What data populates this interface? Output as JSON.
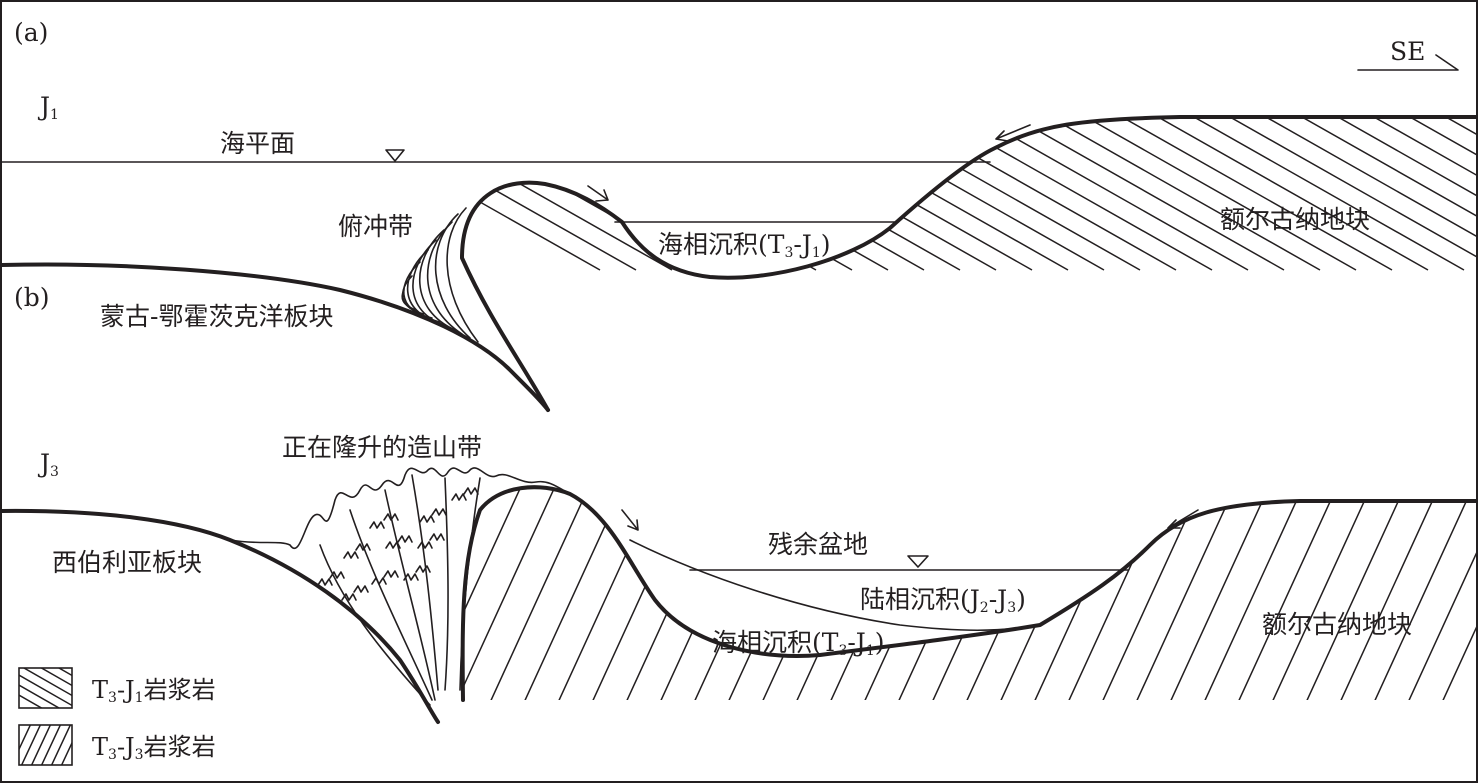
{
  "panel_a": {
    "tag": "(a)",
    "era": {
      "main": "J",
      "sub": "1"
    },
    "sea_level": "海平面",
    "direction": "SE",
    "foredeep": "俯冲带",
    "marine": {
      "prefix": "海相沉积(T",
      "sub1": "3",
      "mid": "-J",
      "sub2": "1",
      "suffix": ")"
    },
    "ergun": "额尔古纳地块",
    "mongol_okhotsk": "蒙古-鄂霍茨克洋板块"
  },
  "panel_b": {
    "tag": "(b)",
    "era": {
      "main": "J",
      "sub": "3"
    },
    "orogen": "正在隆升的造山带",
    "siberia": "西伯利亚板块",
    "residual_basin": "残余盆地",
    "continental": {
      "prefix": "陆相沉积(J",
      "sub1": "2",
      "mid": "-J",
      "sub2": "3",
      "suffix": ")"
    },
    "marine": {
      "prefix": "海相沉积(T",
      "sub1": "3",
      "mid": "-J",
      "sub2": "1",
      "suffix": ")"
    },
    "ergun": "额尔古纳地块"
  },
  "legend": [
    {
      "prefix": "T",
      "sub1": "3",
      "mid": "-J",
      "sub2": "1",
      "suffix": "岩浆岩",
      "pattern": "back-slash"
    },
    {
      "prefix": "T",
      "sub1": "3",
      "mid": "-J",
      "sub2": "3",
      "suffix": "岩浆岩",
      "pattern": "forward-slash"
    }
  ],
  "colors": {
    "ink": "#231f20",
    "background": "#ffffff"
  }
}
